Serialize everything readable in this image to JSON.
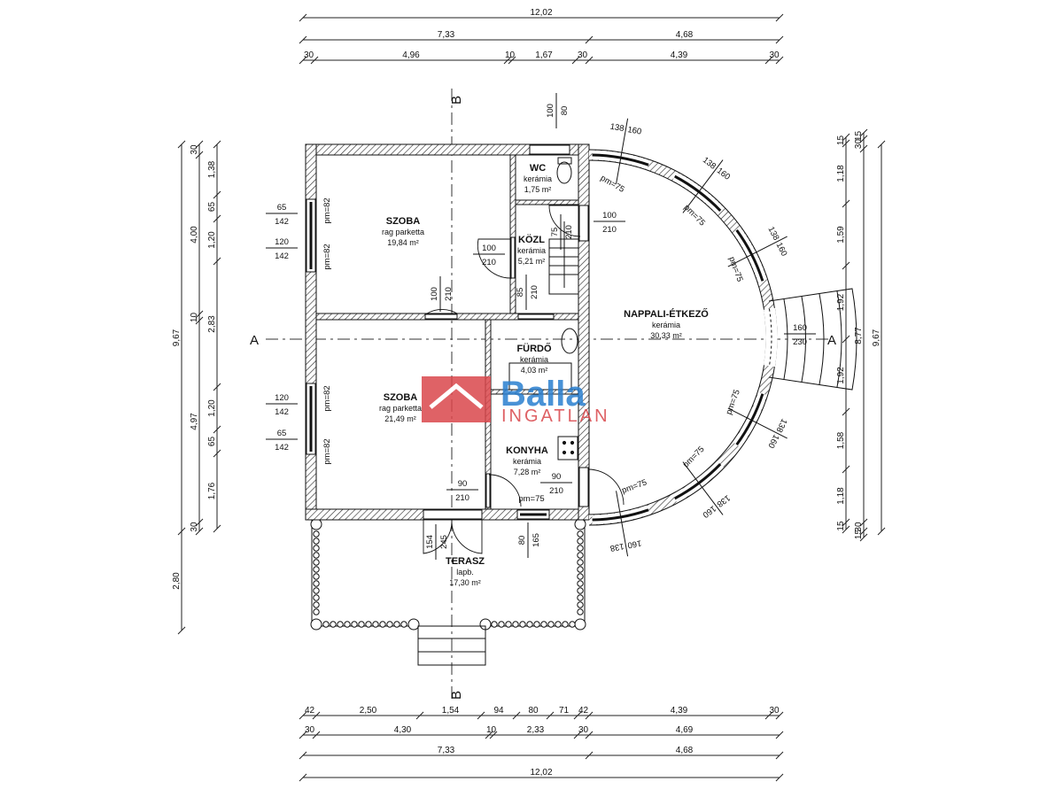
{
  "dimensions": {
    "top": [
      [
        "12,02"
      ],
      [
        "7,33",
        "4,68"
      ],
      [
        "30",
        "4,96",
        "10",
        "1,67",
        "30",
        "4,39",
        "30"
      ]
    ],
    "bottom": [
      [
        "42",
        "2,50",
        "1,54",
        "94",
        "80",
        "71",
        "42",
        "4,39",
        "30"
      ],
      [
        "30",
        "4,30",
        "10",
        "2,33",
        "30",
        "4,69"
      ],
      [
        "7,33",
        "4,68"
      ],
      [
        "12,02"
      ]
    ],
    "left": [
      [
        "9,67",
        "2,80"
      ],
      [
        "30",
        "4,00",
        "10",
        "4,97",
        "30"
      ],
      [
        "1,38",
        "65",
        "1,20",
        "2,83",
        "1,20",
        "65",
        "1,76"
      ]
    ],
    "right": [
      [
        "15",
        "1,18",
        "1,59",
        "1,92",
        "1,92",
        "1,58",
        "1,18",
        "15"
      ],
      [
        "15",
        "30",
        "8,77",
        "30",
        "15"
      ],
      [
        "9,67"
      ]
    ]
  },
  "rooms": [
    {
      "name": "SZOBA",
      "floor": "rag parketta",
      "area": "19,84 m²"
    },
    {
      "name": "SZOBA",
      "floor": "rag parketta",
      "area": "21,49 m²"
    },
    {
      "name": "WC",
      "floor": "kerámia",
      "area": "1,75 m²"
    },
    {
      "name": "KÖZL",
      "floor": "kerámia",
      "area": "5,21 m²"
    },
    {
      "name": "FÜRDŐ",
      "floor": "kerámia",
      "area": "4,03 m²"
    },
    {
      "name": "KONYHA",
      "floor": "kerámia",
      "area": "7,28 m²"
    },
    {
      "name": "NAPPALI-ÉTKEZŐ",
      "floor": "kerámia",
      "area": "30,33 m²"
    },
    {
      "name": "TERASZ",
      "floor": "lapb.",
      "area": "17,30 m²"
    }
  ],
  "openings": [
    [
      "100",
      "210"
    ],
    [
      "100",
      "210"
    ],
    [
      "100",
      "210"
    ],
    [
      "85",
      "210"
    ],
    [
      "90",
      "210"
    ],
    [
      "90",
      "210"
    ],
    [
      "160",
      "230"
    ],
    [
      "154",
      "245"
    ],
    [
      "80",
      "165"
    ],
    [
      "100",
      "80"
    ],
    [
      "75",
      "210"
    ],
    [
      "65",
      "142"
    ],
    [
      "120",
      "142"
    ],
    [
      "120",
      "142"
    ],
    [
      "65",
      "142"
    ]
  ],
  "arc_windows": [
    [
      "138",
      "160"
    ],
    [
      "138",
      "160"
    ],
    [
      "138",
      "160"
    ],
    [
      "138",
      "160"
    ],
    [
      "138",
      "160"
    ],
    [
      "160",
      "138"
    ]
  ],
  "sill_labels": [
    "pm=75",
    "pm=75",
    "pm=75",
    "pm=75",
    "pm=75",
    "pm=75",
    "pm=75",
    "pm=82",
    "pm=82",
    "pm=82",
    "pm=82"
  ],
  "sections": {
    "a_left": "A",
    "a_right": "A",
    "b_top": "B",
    "b_bottom": "B"
  },
  "watermark": {
    "brand": "Balla",
    "sub": "INGATLAN",
    "brand_color": "#2a7fd0",
    "sub_color": "#d9464b"
  }
}
